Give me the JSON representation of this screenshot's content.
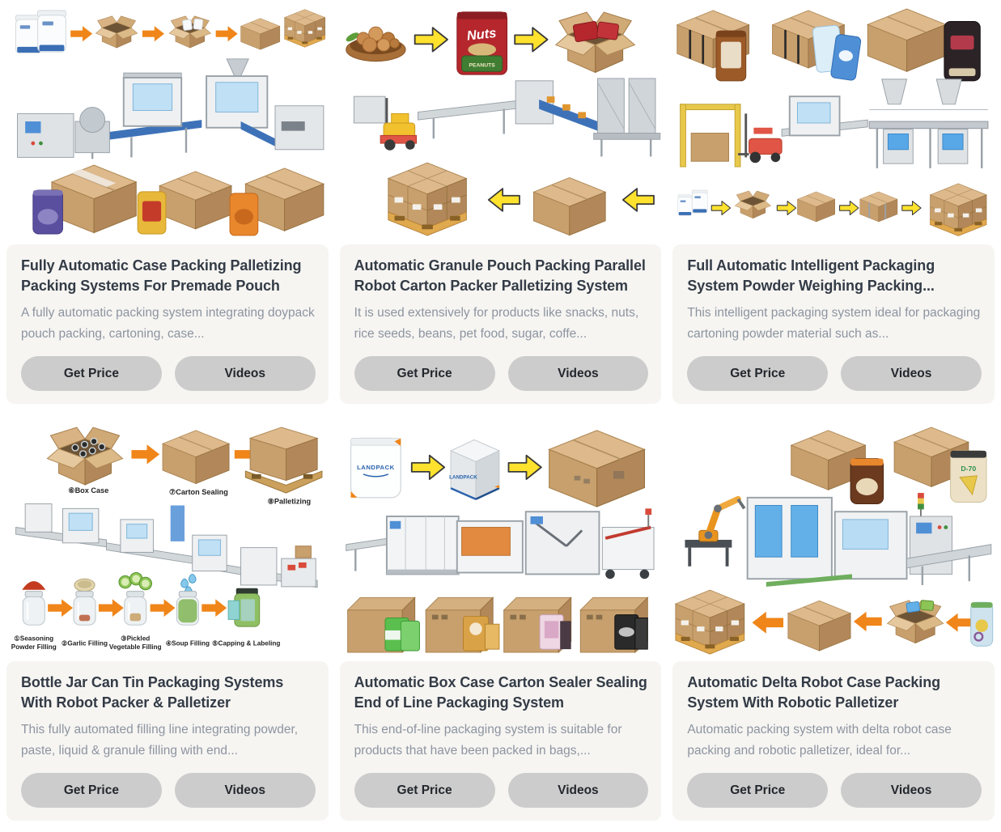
{
  "buttons": {
    "get_price": "Get Price",
    "videos": "Videos"
  },
  "cards": [
    {
      "title": "Fully Automatic Case Packing Palletizing Packing Systems For Premade Pouch",
      "description": "A fully automatic packing system integrating doypack pouch packing, cartoning, case..."
    },
    {
      "title": "Automatic Granule Pouch Packing Parallel Robot Carton Packer Palletizing System",
      "description": "It is used extensively for products like snacks, nuts, rice seeds, beans, pet food, sugar, coffe..."
    },
    {
      "title": "Full Automatic Intelligent Packaging System Powder Weighing Packing...",
      "description": "This intelligent packaging system ideal for packaging cartoning powder material such as..."
    },
    {
      "title": "Bottle Jar Can Tin Packaging Systems With Robot Packer & Palletizer",
      "description": "This fully automated filling line integrating powder, paste, liquid & granule filling with end..."
    },
    {
      "title": "Automatic Box Case Carton Sealer Sealing End of Line Packaging System",
      "description": "This end-of-line packaging system is suitable for products that have been packed in bags,..."
    },
    {
      "title": "Automatic Delta Robot Case Packing System With Robotic Palletizer",
      "description": "Automatic packing system with delta robot case packing and robotic palletizer, ideal for..."
    }
  ],
  "image_text": {
    "nuts_bag_brand": "Nuts",
    "nuts_bag_sub": "PEANUTS",
    "steps": {
      "box_case": "⑥Box Case",
      "carton_sealing": "⑦Carton Sealing",
      "palletizing": "⑧Palletizing"
    },
    "jar_labels": {
      "l1a": "①Seasoning",
      "l1b": "Powder Filling",
      "l2": "②Garlic Filling",
      "l3a": "③Pickled",
      "l3b": "Vegetable Filling",
      "l4": "④Soup Filling",
      "l5": "⑤Capping & Labeling"
    },
    "landpack_pouch": "LANDPACK",
    "landpack_box": "LANDPACK",
    "d70_pouch": "D-70"
  },
  "colors": {
    "panel_bg": "#f6f5f2",
    "button_bg": "#cccccc",
    "title": "#333b46",
    "description": "#8d94a0",
    "arrow_orange": "#f08519",
    "arrow_yellow": "#ffe22e",
    "cardboard": "#c8a06d"
  }
}
